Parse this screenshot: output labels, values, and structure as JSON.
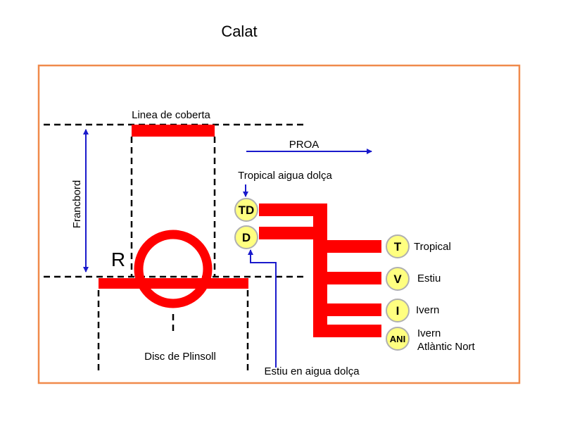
{
  "title": "Calat",
  "labels": {
    "deck_line": "Linea de coberta",
    "freeboard": "Francbord",
    "bow": "PROA",
    "tropical_fresh": "Tropical aigua dolça",
    "summer_fresh": "Estiu en aigua dolça",
    "plimsoll_disc": "Disc de Plinsoll",
    "r_mark": "R"
  },
  "marks": {
    "td": {
      "letter": "TD"
    },
    "d": {
      "letter": "D"
    },
    "t": {
      "letter": "T",
      "label": "Tropical"
    },
    "v": {
      "letter": "V",
      "label": "Estiu"
    },
    "i": {
      "letter": "I",
      "label": "Ivern"
    },
    "ani": {
      "letter": "ANI",
      "label_line1": "Ivern",
      "label_line2": "Atlàntic Nort"
    }
  },
  "colors": {
    "frame": "#f08a4b",
    "mark": "#ff0000",
    "arrow": "#1a1acc",
    "circle_fill": "#ffff80",
    "circle_stroke": "#b0b0b0"
  }
}
